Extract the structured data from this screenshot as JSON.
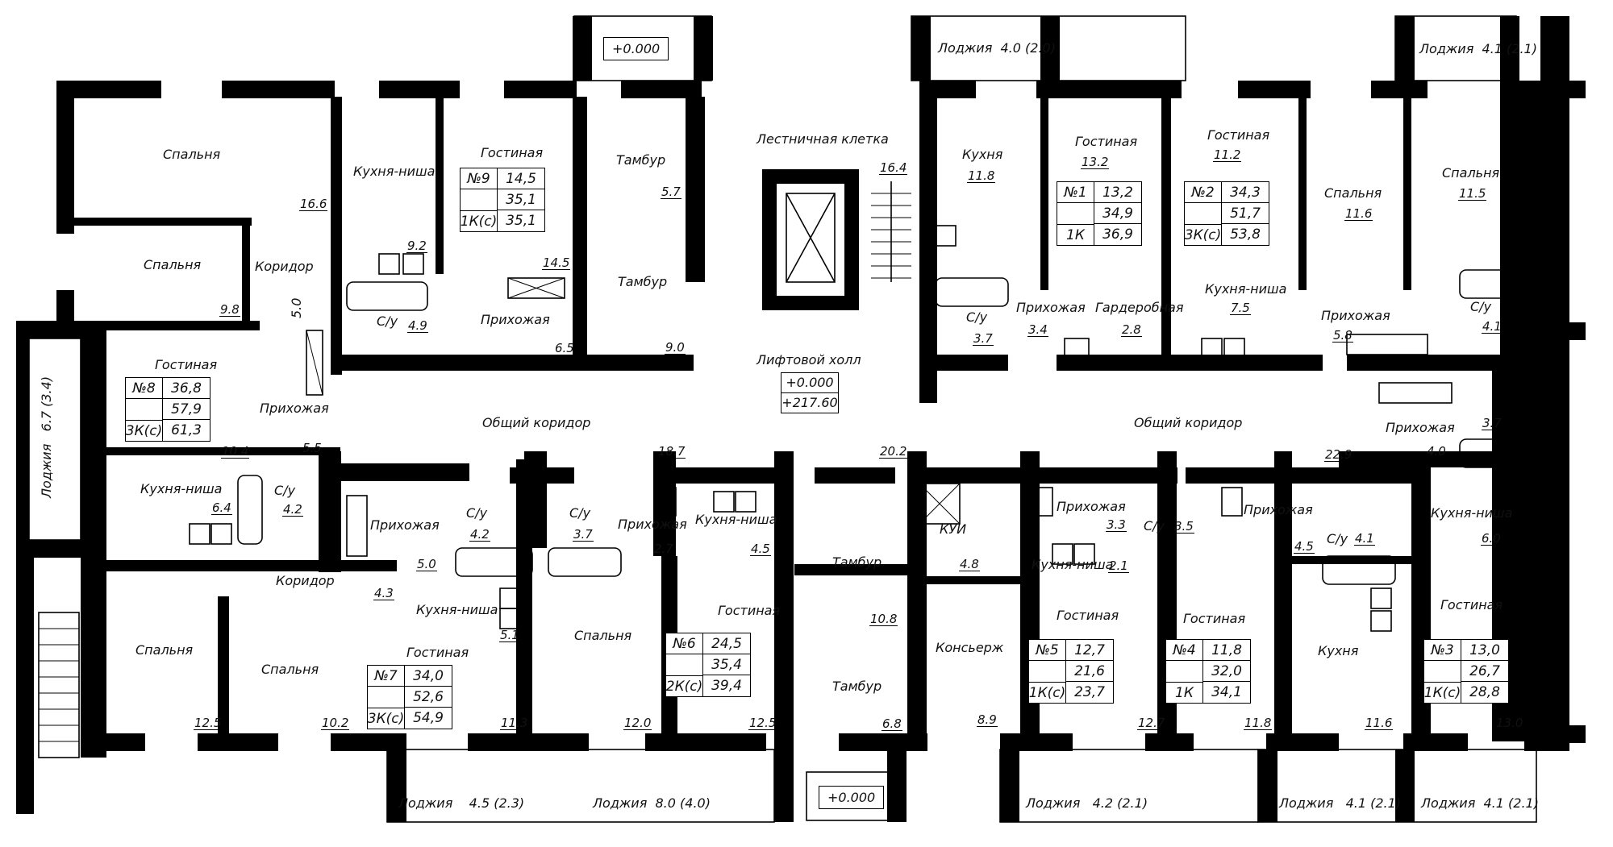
{
  "elevation": {
    "top": "+0.000",
    "bottom": "+0.000",
    "hall_rel": "+0.000",
    "hall_abs": "+217.60"
  },
  "apartments": [
    {
      "id": "apt9",
      "num": "№9",
      "type": "1К(с)",
      "values": [
        "14,5",
        "35,1",
        "35,1"
      ]
    },
    {
      "id": "apt8",
      "num": "№8",
      "type": "3К(с)",
      "values": [
        "36,8",
        "57,9",
        "61,3"
      ]
    },
    {
      "id": "apt7",
      "num": "№7",
      "type": "3К(с)",
      "values": [
        "34,0",
        "52,6",
        "54,9"
      ]
    },
    {
      "id": "apt6",
      "num": "№6",
      "type": "2К(с)",
      "values": [
        "24,5",
        "35,4",
        "39,4"
      ]
    },
    {
      "id": "apt1",
      "num": "№1",
      "type": "1К",
      "values": [
        "13,2",
        "34,9",
        "36,9"
      ]
    },
    {
      "id": "apt2",
      "num": "№2",
      "type": "3К(с)",
      "values": [
        "34,3",
        "51,7",
        "53,8"
      ]
    },
    {
      "id": "apt5",
      "num": "№5",
      "type": "1К(с)",
      "values": [
        "12,7",
        "21,6",
        "23,7"
      ]
    },
    {
      "id": "apt4",
      "num": "№4",
      "type": "1К",
      "values": [
        "11,8",
        "32,0",
        "34,1"
      ]
    },
    {
      "id": "apt3",
      "num": "№3",
      "type": "1К(с)",
      "values": [
        "13,0",
        "26,7",
        "28,8"
      ]
    }
  ],
  "rooms": [
    {
      "name": "Спальня"
    },
    {
      "name": "Спальня"
    },
    {
      "name": "Коридор"
    },
    {
      "name": "Кухня-ниша"
    },
    {
      "name": "Гостиная"
    },
    {
      "name": "С/у"
    },
    {
      "name": "Прихожая"
    },
    {
      "name": "Тамбур"
    },
    {
      "name": "Тамбур"
    },
    {
      "name": "Лестничная клетка"
    },
    {
      "name": "Лифтовой холл"
    },
    {
      "name": "Кухня"
    },
    {
      "name": "Гостиная"
    },
    {
      "name": "Гостиная"
    },
    {
      "name": "Спальня"
    },
    {
      "name": "Спальня"
    },
    {
      "name": "С/у"
    },
    {
      "name": "Прихожая"
    },
    {
      "name": "Гардеробная"
    },
    {
      "name": "Кухня-ниша"
    },
    {
      "name": "Прихожая"
    },
    {
      "name": "С/у"
    },
    {
      "name": "Гостиная"
    },
    {
      "name": "Прихожая"
    },
    {
      "name": "Общий коридор"
    },
    {
      "name": "Кухня-ниша"
    },
    {
      "name": "С/у"
    },
    {
      "name": "Прихожая"
    },
    {
      "name": "Коридор"
    },
    {
      "name": "Спальня"
    },
    {
      "name": "Спальня"
    },
    {
      "name": "Кухня-ниша"
    },
    {
      "name": "Гостиная"
    },
    {
      "name": "С/у"
    },
    {
      "name": "С/у"
    },
    {
      "name": "Прихожая"
    },
    {
      "name": "Кухня-ниша"
    },
    {
      "name": "Спальня"
    },
    {
      "name": "Гостиная"
    },
    {
      "name": "Тамбур"
    },
    {
      "name": "Тамбур"
    },
    {
      "name": "КУИ"
    },
    {
      "name": "Консьерж"
    },
    {
      "name": "Прихожая"
    },
    {
      "name": "С/у"
    },
    {
      "name": "Кухня-ниша"
    },
    {
      "name": "Прихожая"
    },
    {
      "name": "Гостиная"
    },
    {
      "name": "Гостиная"
    },
    {
      "name": "Общий коридор"
    },
    {
      "name": "С/у"
    },
    {
      "name": "Прихожая"
    },
    {
      "name": "Кухня-ниша"
    },
    {
      "name": "Кухня"
    },
    {
      "name": "Гостиная"
    }
  ],
  "areas": [
    "16.6",
    "9.8",
    "5.0",
    "9.2",
    "14.5",
    "4.9",
    "6.5",
    "5.7",
    "9.0",
    "16.4",
    "11.8",
    "13.2",
    "11.2",
    "11.6",
    "11.5",
    "3.7",
    "3.4",
    "2.8",
    "7.5",
    "5.8",
    "4.1",
    "3.7",
    "4.0",
    "10.4",
    "5.5",
    "6.4",
    "4.2",
    "18.7",
    "20.2",
    "22.9",
    "4.3",
    "5.0",
    "4.2",
    "3.7",
    "2.7",
    "4.5",
    "5.1",
    "12.5",
    "10.2",
    "11.3",
    "12.0",
    "12.5",
    "10.8",
    "6.8",
    "4.8",
    "8.9",
    "3.3",
    "3.5",
    "2.1",
    "12.7",
    "11.8",
    "4.5",
    "4.1",
    "6.0",
    "11.6",
    "13.0"
  ],
  "loggias": [
    {
      "name": "Лоджия",
      "value": "4.0 (2.0)"
    },
    {
      "name": "Лоджия",
      "value": "4.1 (2.1)"
    },
    {
      "name": "Лоджия",
      "value": "4.5 (2.3)"
    },
    {
      "name": "Лоджия",
      "value": "8.0 (4.0)"
    },
    {
      "name": "Лоджия",
      "value": "4.2 (2.1)"
    },
    {
      "name": "Лоджия",
      "value": "4.1 (2.1)"
    },
    {
      "name": "Лоджия",
      "value": "4.1 (2.1)"
    },
    {
      "name": "Лоджия",
      "value": "6.7",
      "extra": "(3.4)"
    }
  ]
}
